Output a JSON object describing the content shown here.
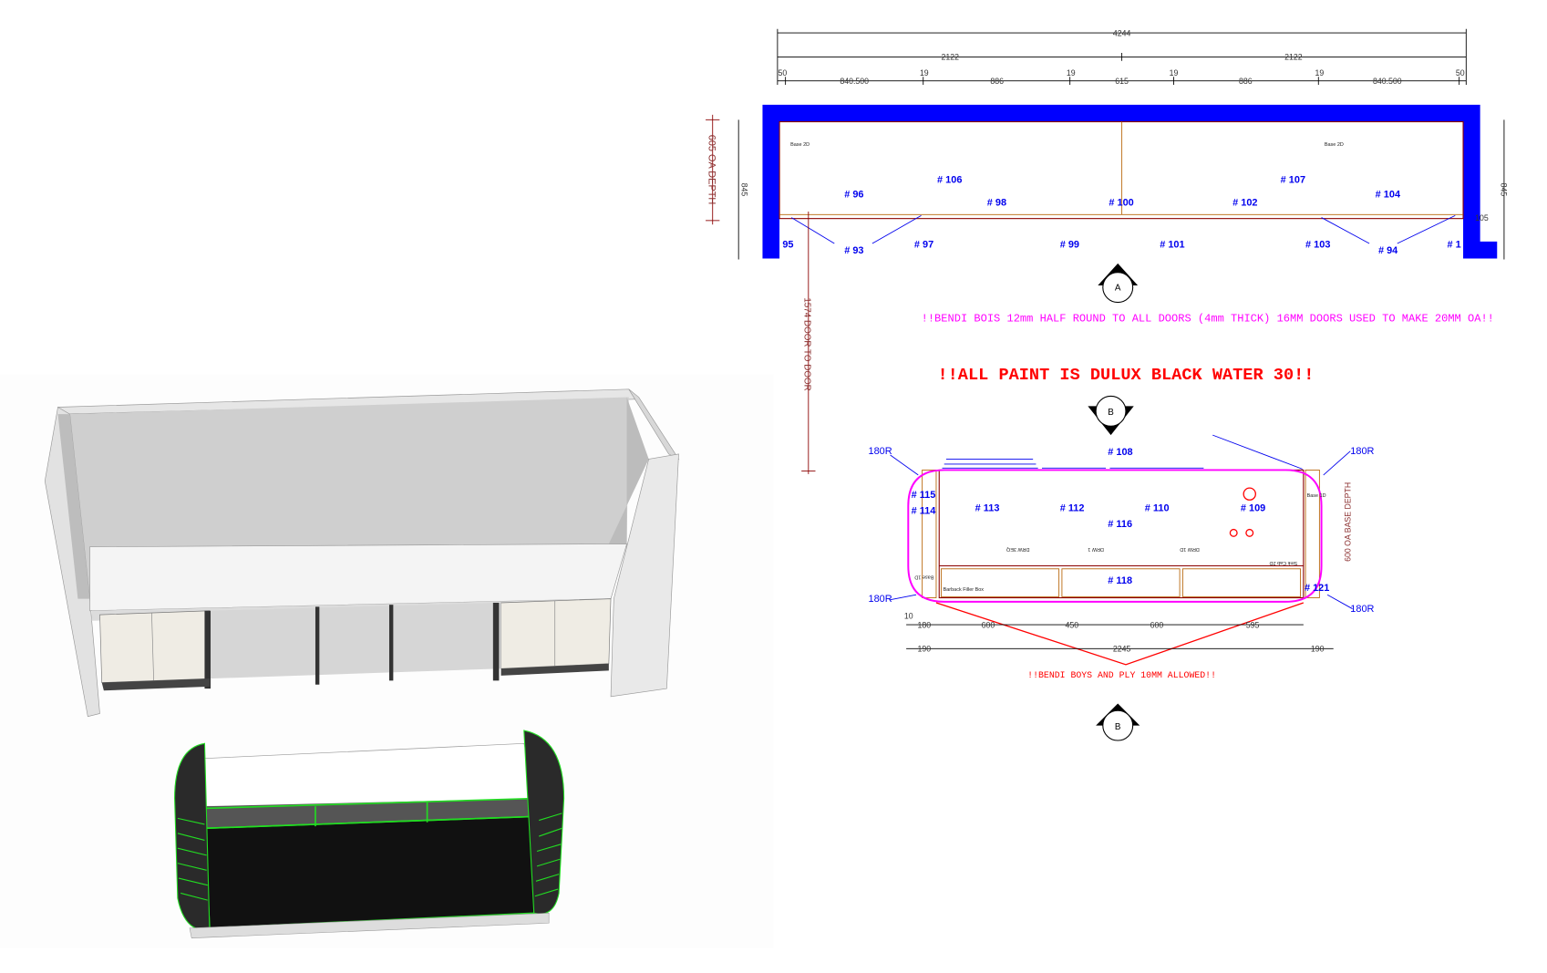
{
  "colors": {
    "wall": "#0000ff",
    "cabinet_line": "#b8660a",
    "outline": "#8b0000",
    "tag": "#0000ee",
    "magenta": "#ff00ff",
    "red": "#ff0000",
    "dim_line": "#000000",
    "green_edge": "#22dd22"
  },
  "top_plan": {
    "dims_overall": "4244",
    "dims_half": [
      "2122",
      "2122"
    ],
    "dims_small": [
      "50",
      "19",
      "19",
      "19",
      "19",
      "50"
    ],
    "dims_segments": [
      "840.500",
      "886",
      "615",
      "886",
      "840.500"
    ],
    "left_depth_label": "605 OA DEPTH",
    "depth_dim": "845",
    "right_depth_dim": "845",
    "right_small_dim": "105",
    "cabinet_labels": [
      "Base 2D",
      "Base 2D"
    ],
    "tags_upper": [
      "# 106",
      "# 107",
      "# 96",
      "# 104",
      "# 98",
      "# 100",
      "# 102"
    ],
    "tags_lower": [
      "95",
      "# 93",
      "# 97",
      "# 99",
      "# 101",
      "# 103",
      "# 94",
      "# 1"
    ],
    "section_marker": "A",
    "door_to_door": "1574 DOOR TO DOOR"
  },
  "notes": {
    "bendi_doors": "!!BENDI BOIS 12mm HALF ROUND TO ALL DOORS (4mm THICK) 16MM DOORS USED TO MAKE 20MM OA!!",
    "paint": "!!ALL PAINT IS DULUX BLACK WATER 30!!",
    "bendi_ply": "!!BENDI BOYS AND PLY 10MM ALLOWED!!"
  },
  "bottom_plan": {
    "section_marker_top": "B",
    "section_marker_bottom": "B",
    "radius_labels": [
      "180R",
      "180R",
      "180R",
      "180R"
    ],
    "tags": [
      "# 108",
      "# 115",
      "# 114",
      "# 113",
      "# 112",
      "# 110",
      "# 116",
      "# 109",
      "# 118",
      "# 121"
    ],
    "drawer_labels": [
      "DRW 3EQ",
      "DRW 1",
      "DRW 1D",
      "Sink Cab 2D",
      "Base 1D",
      "Base 1D"
    ],
    "filler_label": "Barback Filler Box",
    "depth_label": "600 OA BASE DEPTH",
    "dims_row1": [
      "10",
      "180",
      "600",
      "450",
      "600",
      "595"
    ],
    "dims_row2": [
      "190",
      "2245",
      "190"
    ]
  }
}
